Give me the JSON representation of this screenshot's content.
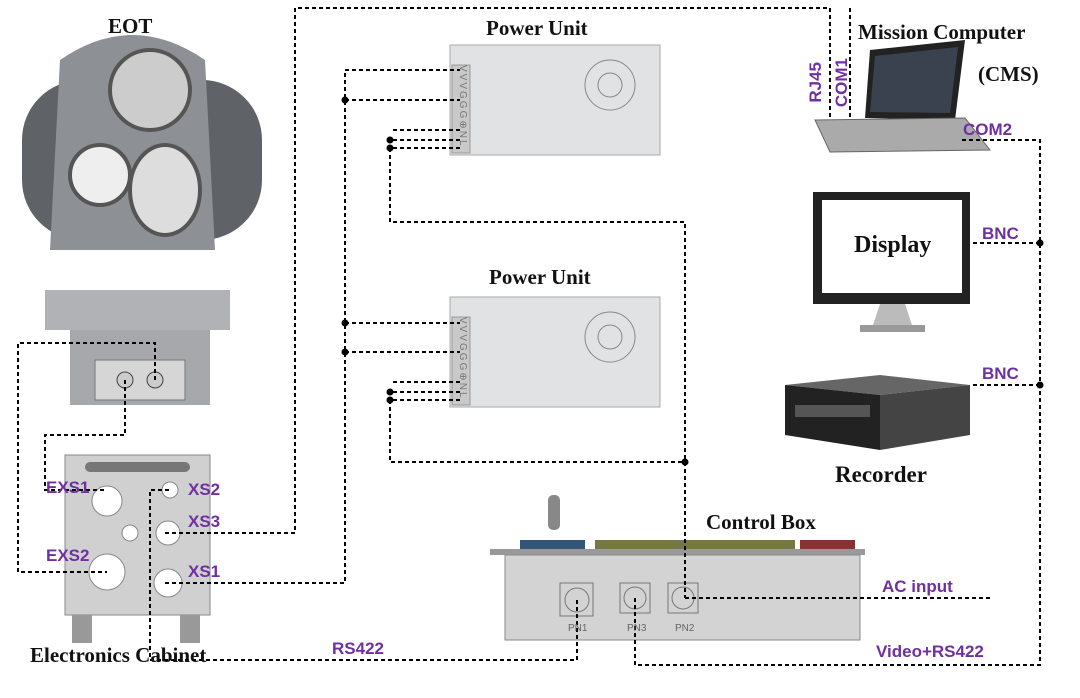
{
  "devices": {
    "eot": "EOT",
    "power_unit_1": "Power Unit",
    "power_unit_2": "Power Unit",
    "mission_computer": "Mission Computer",
    "cms": "(CMS)",
    "display": "Display",
    "recorder": "Recorder",
    "control_box": "Control Box",
    "electronics_cabinet": "Electronics Cabinet"
  },
  "ports": {
    "exs1": "EXS1",
    "exs2": "EXS2",
    "xs2": "XS2",
    "xs3": "XS3",
    "xs1": "XS1",
    "rj45": "RJ45",
    "com1": "COM1",
    "com2": "COM2",
    "bnc_display": "BNC",
    "bnc_recorder": "BNC",
    "pn1": "PN1",
    "pn3": "PN3",
    "pn2": "PN2"
  },
  "terminals": "VVVGGG⊕NL",
  "signals": {
    "ac_input": "AC input",
    "rs422": "RS422",
    "video_rs422": "Video+RS422"
  },
  "colors": {
    "label": "#7030a0",
    "line": "#000000"
  }
}
